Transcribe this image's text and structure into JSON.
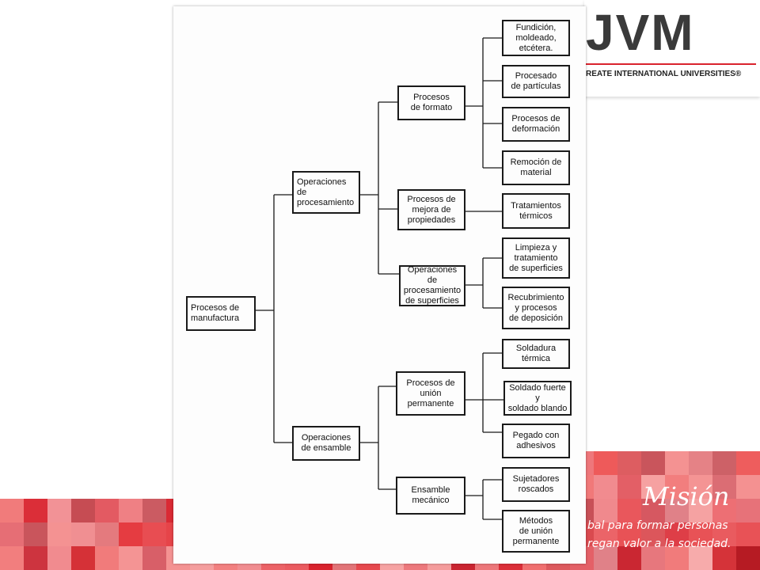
{
  "logo": {
    "name": "UVM",
    "visible_text": "JVM",
    "tagline": "REATE INTERNATIONAL UNIVERSITIES®"
  },
  "mision": {
    "title": "Misión",
    "lines": [
      "bal para formar personas",
      "regan valor a la sociedad."
    ]
  },
  "colors": {
    "brand_red": "#d9232d",
    "logo_gray": "#3a3a3a",
    "box_border": "#1a1a1a"
  },
  "diagram": {
    "root": "Procesos de\nmanufactura",
    "level1": {
      "procesamiento": "Operaciones\nde\nprocesamiento",
      "ensamble": "Operaciones\nde ensamble"
    },
    "level2": {
      "formato": "Procesos\nde formato",
      "mejora": "Procesos de\nmejora de\npropiedades",
      "superficies": "Operaciones de\nprocesamiento\nde superficies",
      "union": "Procesos de\nunión\npermanente",
      "mecanico": "Ensamble\nmecánico"
    },
    "level3": {
      "fundicion": "Fundición,\nmoldeado,\netcétera.",
      "particulas": "Procesado\nde partículas",
      "deformacion": "Procesos de\ndeformación",
      "remocion": "Remoción de\nmaterial",
      "termicos": "Tratamientos\ntérmicos",
      "limpieza": "Limpieza y\ntratamiento\nde superficies",
      "recubrimiento": "Recubrimiento\ny procesos\nde deposición",
      "soldadura": "Soldadura\ntérmica",
      "soldado": "Soldado fuerte\ny\nsoldado blando",
      "pegado": "Pegado con\nadhesivos",
      "sujetadores": "Sujetadores\nroscados",
      "metodos": "Métodos\nde unión\npermanente"
    }
  }
}
